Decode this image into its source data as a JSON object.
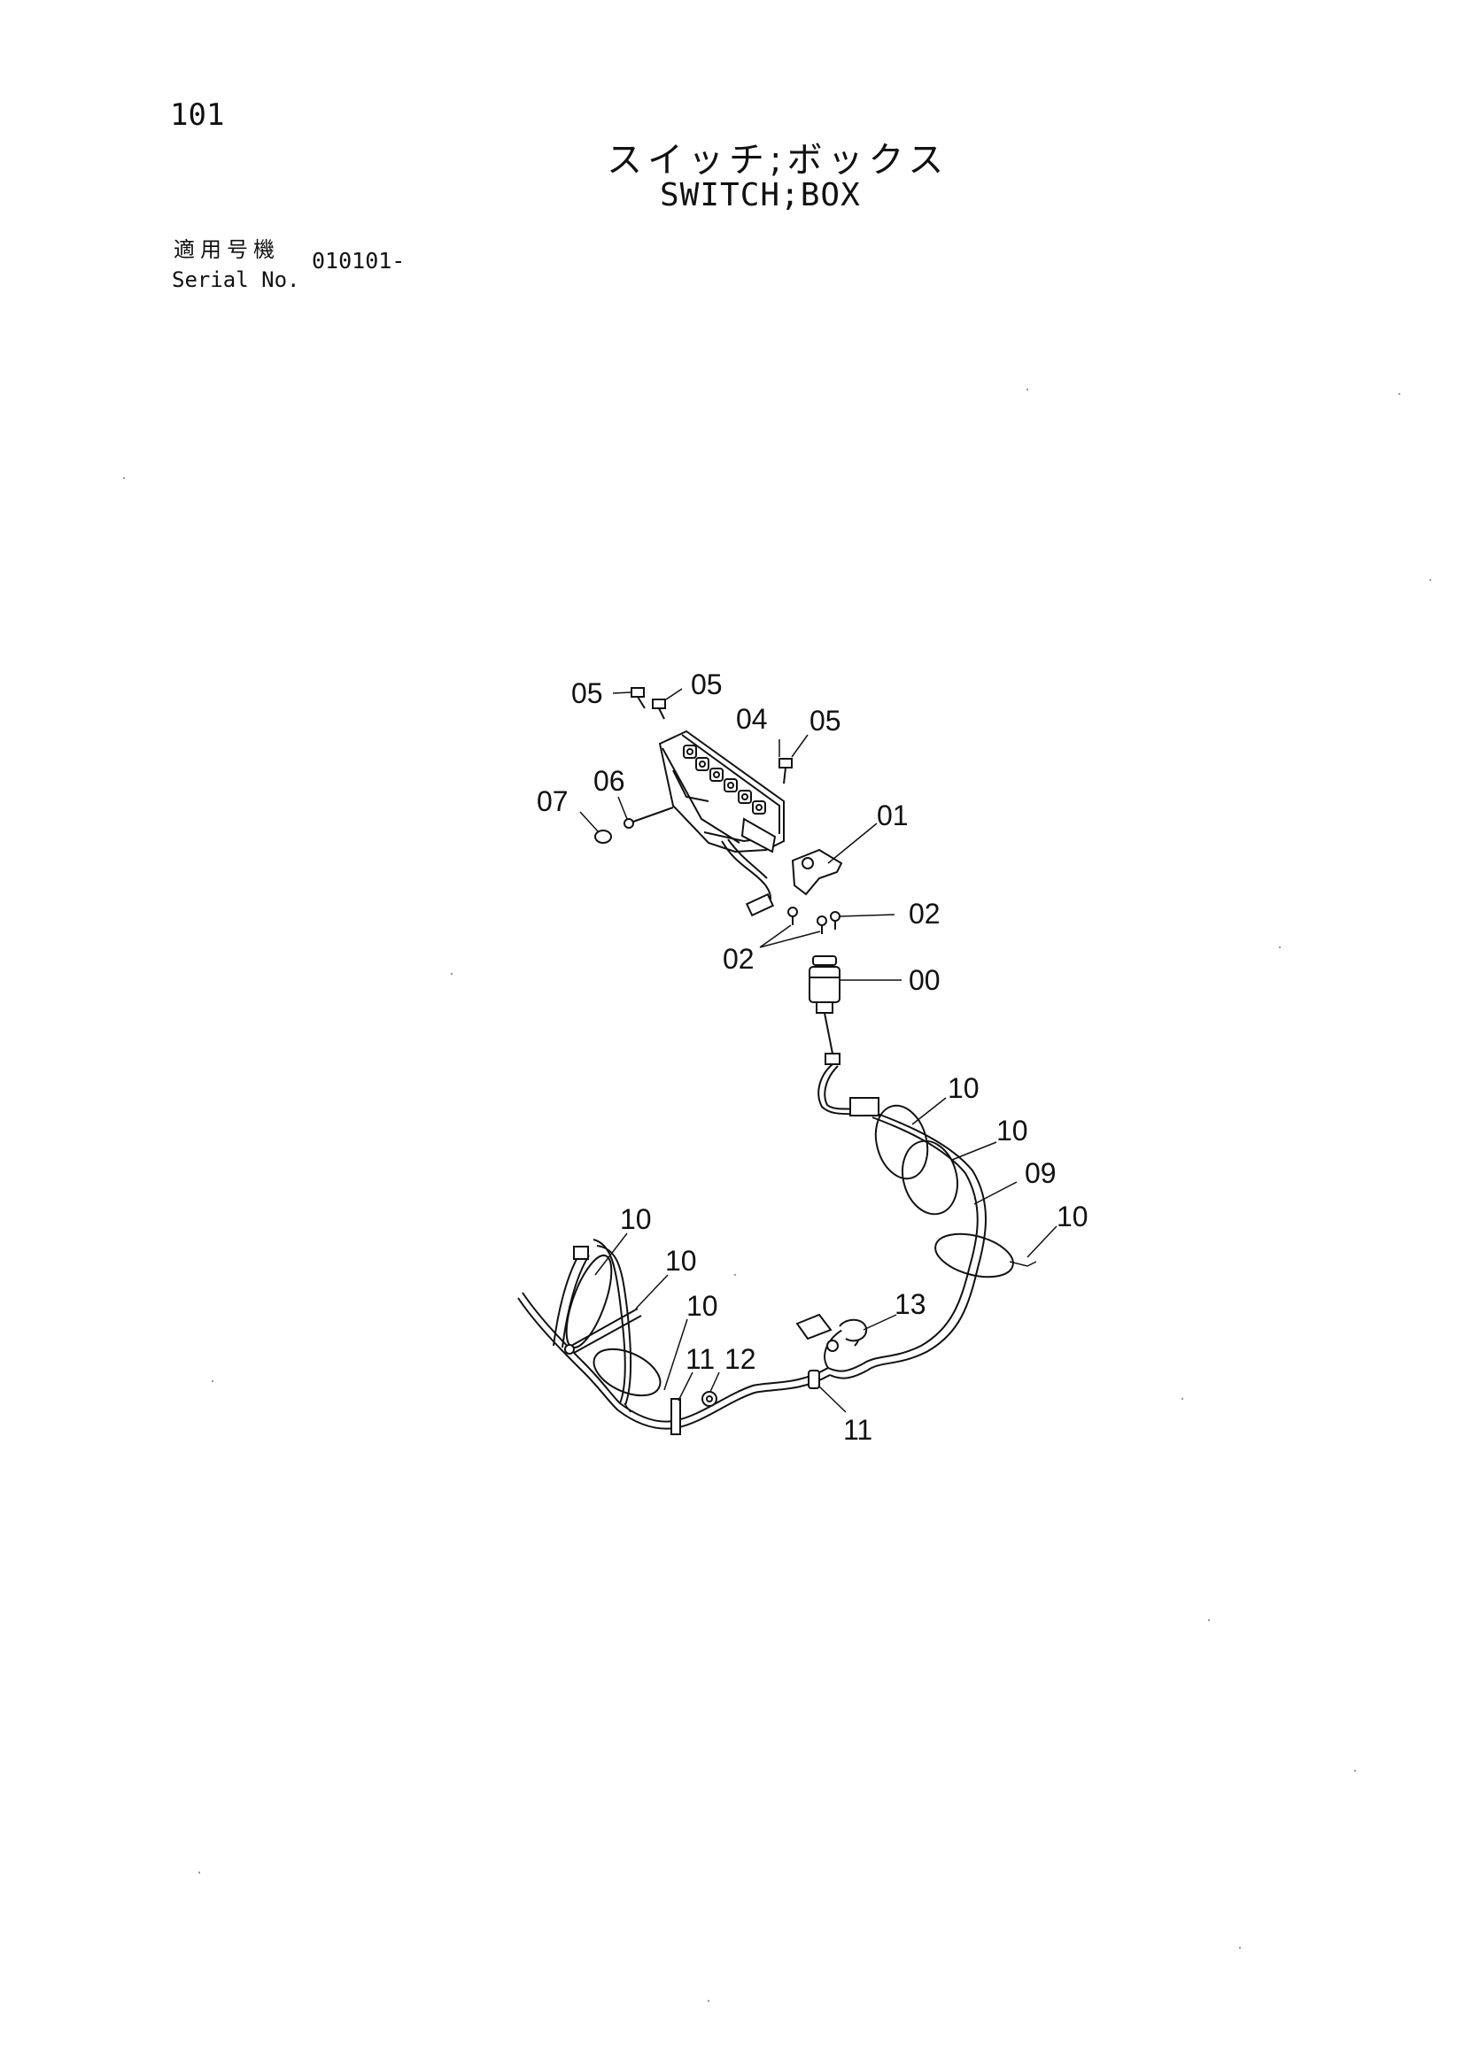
{
  "page_number": "101",
  "title_jp": "スイッチ;ボックス",
  "title_en": "SWITCH;BOX",
  "serial": {
    "label_jp": "適用号機",
    "label_en": "Serial No.",
    "value": "010101-"
  },
  "callouts": {
    "c05a": "05",
    "c05b": "05",
    "c04": "04",
    "c05c": "05",
    "c06": "06",
    "c07": "07",
    "c01": "01",
    "c02a": "02",
    "c02b": "02",
    "c00": "00",
    "c10a": "10",
    "c10b": "10",
    "c09": "09",
    "c10c": "10",
    "c10d": "10",
    "c10e": "10",
    "c10f": "10",
    "c11a": "11",
    "c12": "12",
    "c13": "13",
    "c11b": "11"
  }
}
